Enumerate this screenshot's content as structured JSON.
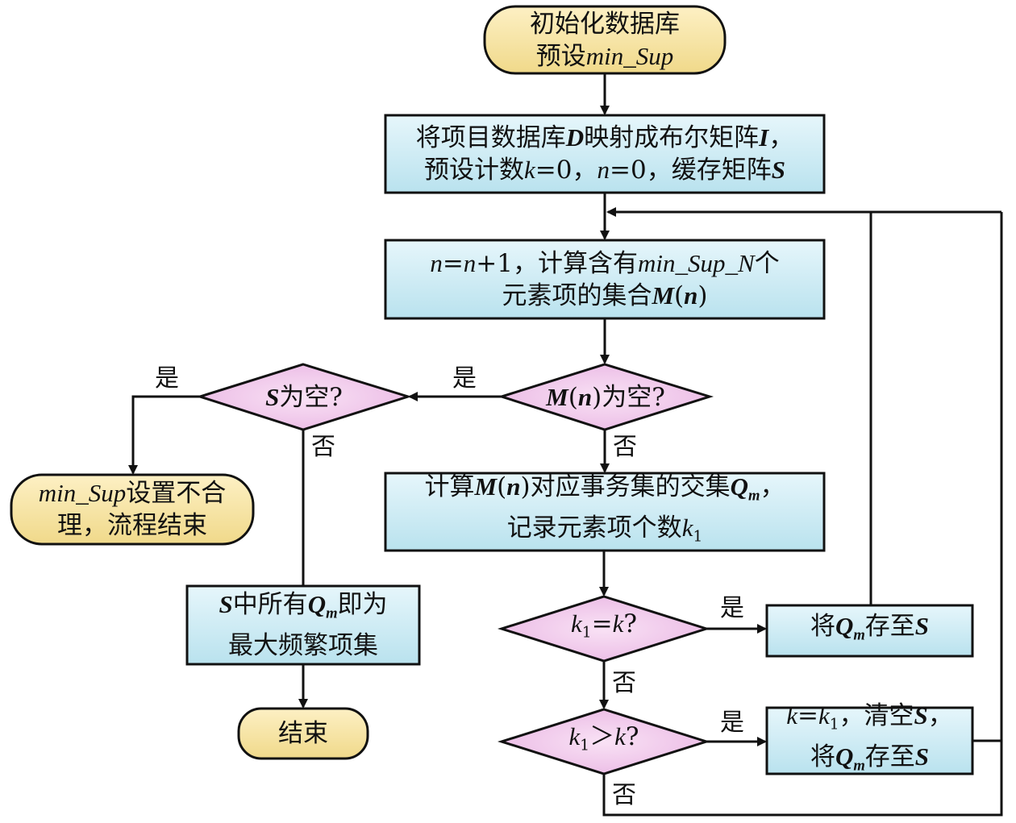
{
  "colors": {
    "terminal_fill_top": "#fdf0c4",
    "terminal_fill_bottom": "#f0d98a",
    "process_fill_top": "#e6f6fb",
    "process_fill_bottom": "#b9e2ee",
    "decision_fill_top": "#f9e2f5",
    "decision_fill_bottom": "#eab8e4",
    "stroke": "#111111"
  },
  "nodes": {
    "start": {
      "line1": "初始化数据库",
      "line2_prefix": "预设",
      "line2_var": "min_Sup"
    },
    "map_matrix": {
      "line1_a": "将项目数据库",
      "line1_D": "D",
      "line1_b": "映射成布尔矩阵",
      "line1_I": "I",
      "line1_c": "，",
      "line2_a": "预设计数",
      "k": "k",
      "eq0a": "=0，",
      "n": "n",
      "eq0b": "=0，缓存矩阵",
      "S": "S"
    },
    "compute_m": {
      "n1": "n",
      "eq": "=",
      "n2": "n",
      "plus": "+1，计算含有",
      "var": "min_Sup_N",
      "tail": "个",
      "line2": "元素项的集合",
      "M": "M",
      "paren_open": "(",
      "nv": "n",
      "paren_close": ")"
    },
    "decision_m_empty": {
      "M": "M",
      "paren_open": "(",
      "n": "n",
      "paren_close": ")",
      "tail": "为空?"
    },
    "decision_s_empty": {
      "S": "S",
      "tail": "为空?"
    },
    "terminal_bad": {
      "var": "min_Sup",
      "line1_tail": "设置不合",
      "line2": "理，流程结束"
    },
    "compute_q": {
      "a": "计算",
      "M": "M",
      "po": "(",
      "n": "n",
      "pc": ")",
      "b": "对应事务集的交集",
      "Q": "Q",
      "m": "m",
      "c": "，",
      "line2": "记录元素项个数",
      "k": "k",
      "sub1": "1"
    },
    "result": {
      "S": "S",
      "a": "中所有",
      "Q": "Q",
      "m": "m",
      "b": "即为",
      "line2": "最大频繁项集"
    },
    "end": {
      "label": "结束"
    },
    "decision_eq": {
      "k": "k",
      "sub1": "1",
      "op": "=",
      "k2": "k",
      "q": "?"
    },
    "store_q": {
      "a": "将",
      "Q": "Q",
      "m": "m",
      "b": "存至",
      "S": "S"
    },
    "decision_gt": {
      "k": "k",
      "sub1": "1",
      "op": "＞",
      "k2": "k",
      "q": "?"
    },
    "reset_store": {
      "k": "k",
      "eq": "=",
      "k1": "k",
      "sub1": "1",
      "a": "，清空",
      "S": "S",
      "b": "，",
      "c": "将",
      "Q": "Q",
      "m": "m",
      "d": "存至",
      "S2": "S"
    }
  },
  "edge_labels": {
    "yes_s_empty": "是",
    "no_s_empty": "否",
    "yes_m_empty": "是",
    "no_m_empty": "否",
    "yes_eq": "是",
    "no_eq": "否",
    "yes_gt": "是",
    "no_gt": "否"
  }
}
